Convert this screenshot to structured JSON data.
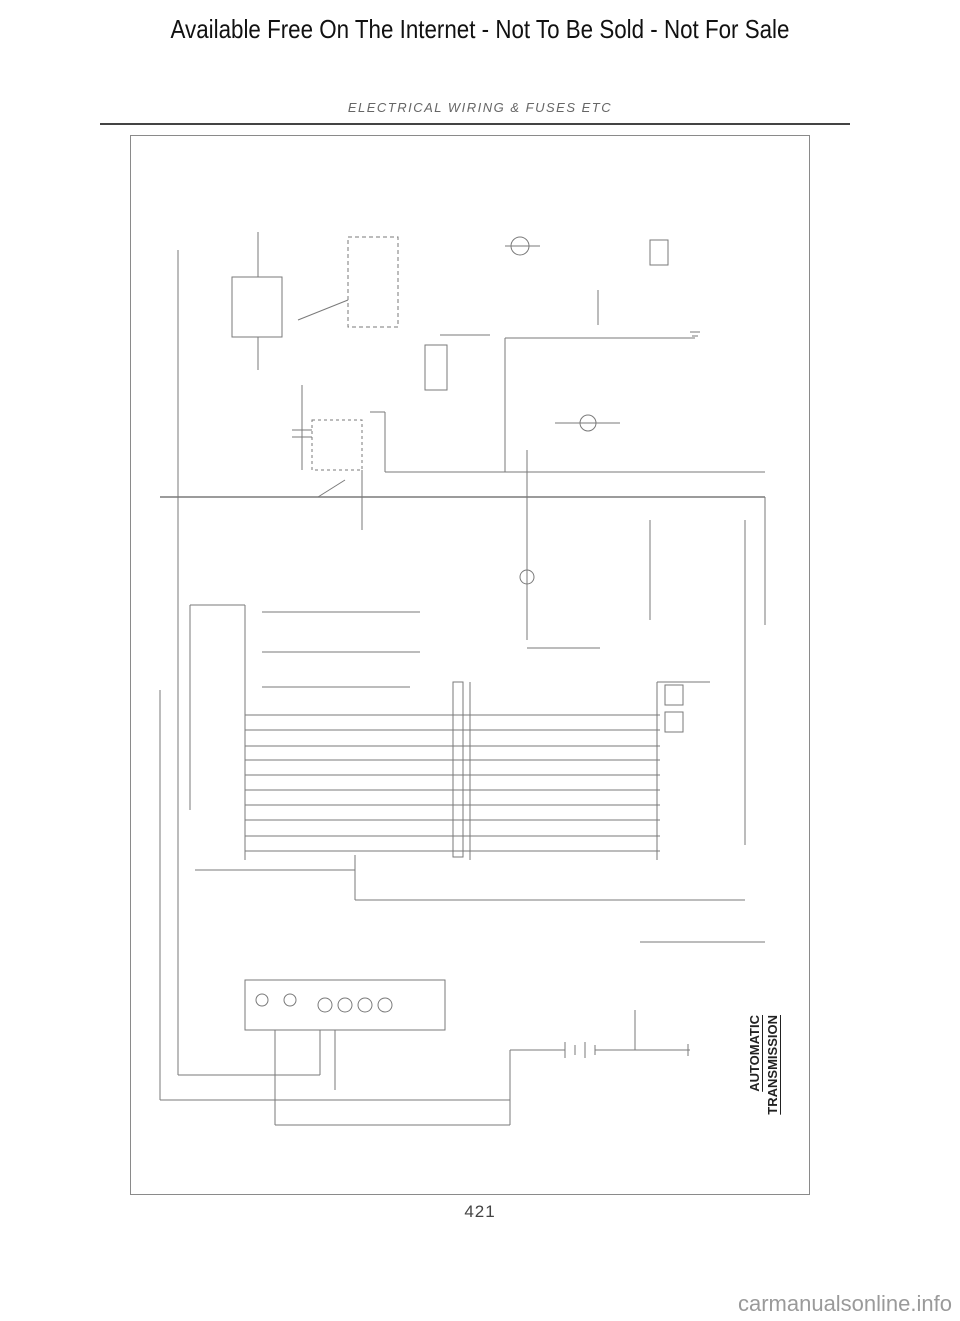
{
  "header": {
    "banner": "Available Free On The Internet - Not To Be Sold - Not For Sale",
    "section_title": "ELECTRICAL WIRING & FUSES ETC"
  },
  "diagram": {
    "label_line1": "AUTOMATIC",
    "label_line2": "TRANSMISSION"
  },
  "footer": {
    "page_number": "421",
    "watermark": "carmanualsonline.info"
  }
}
